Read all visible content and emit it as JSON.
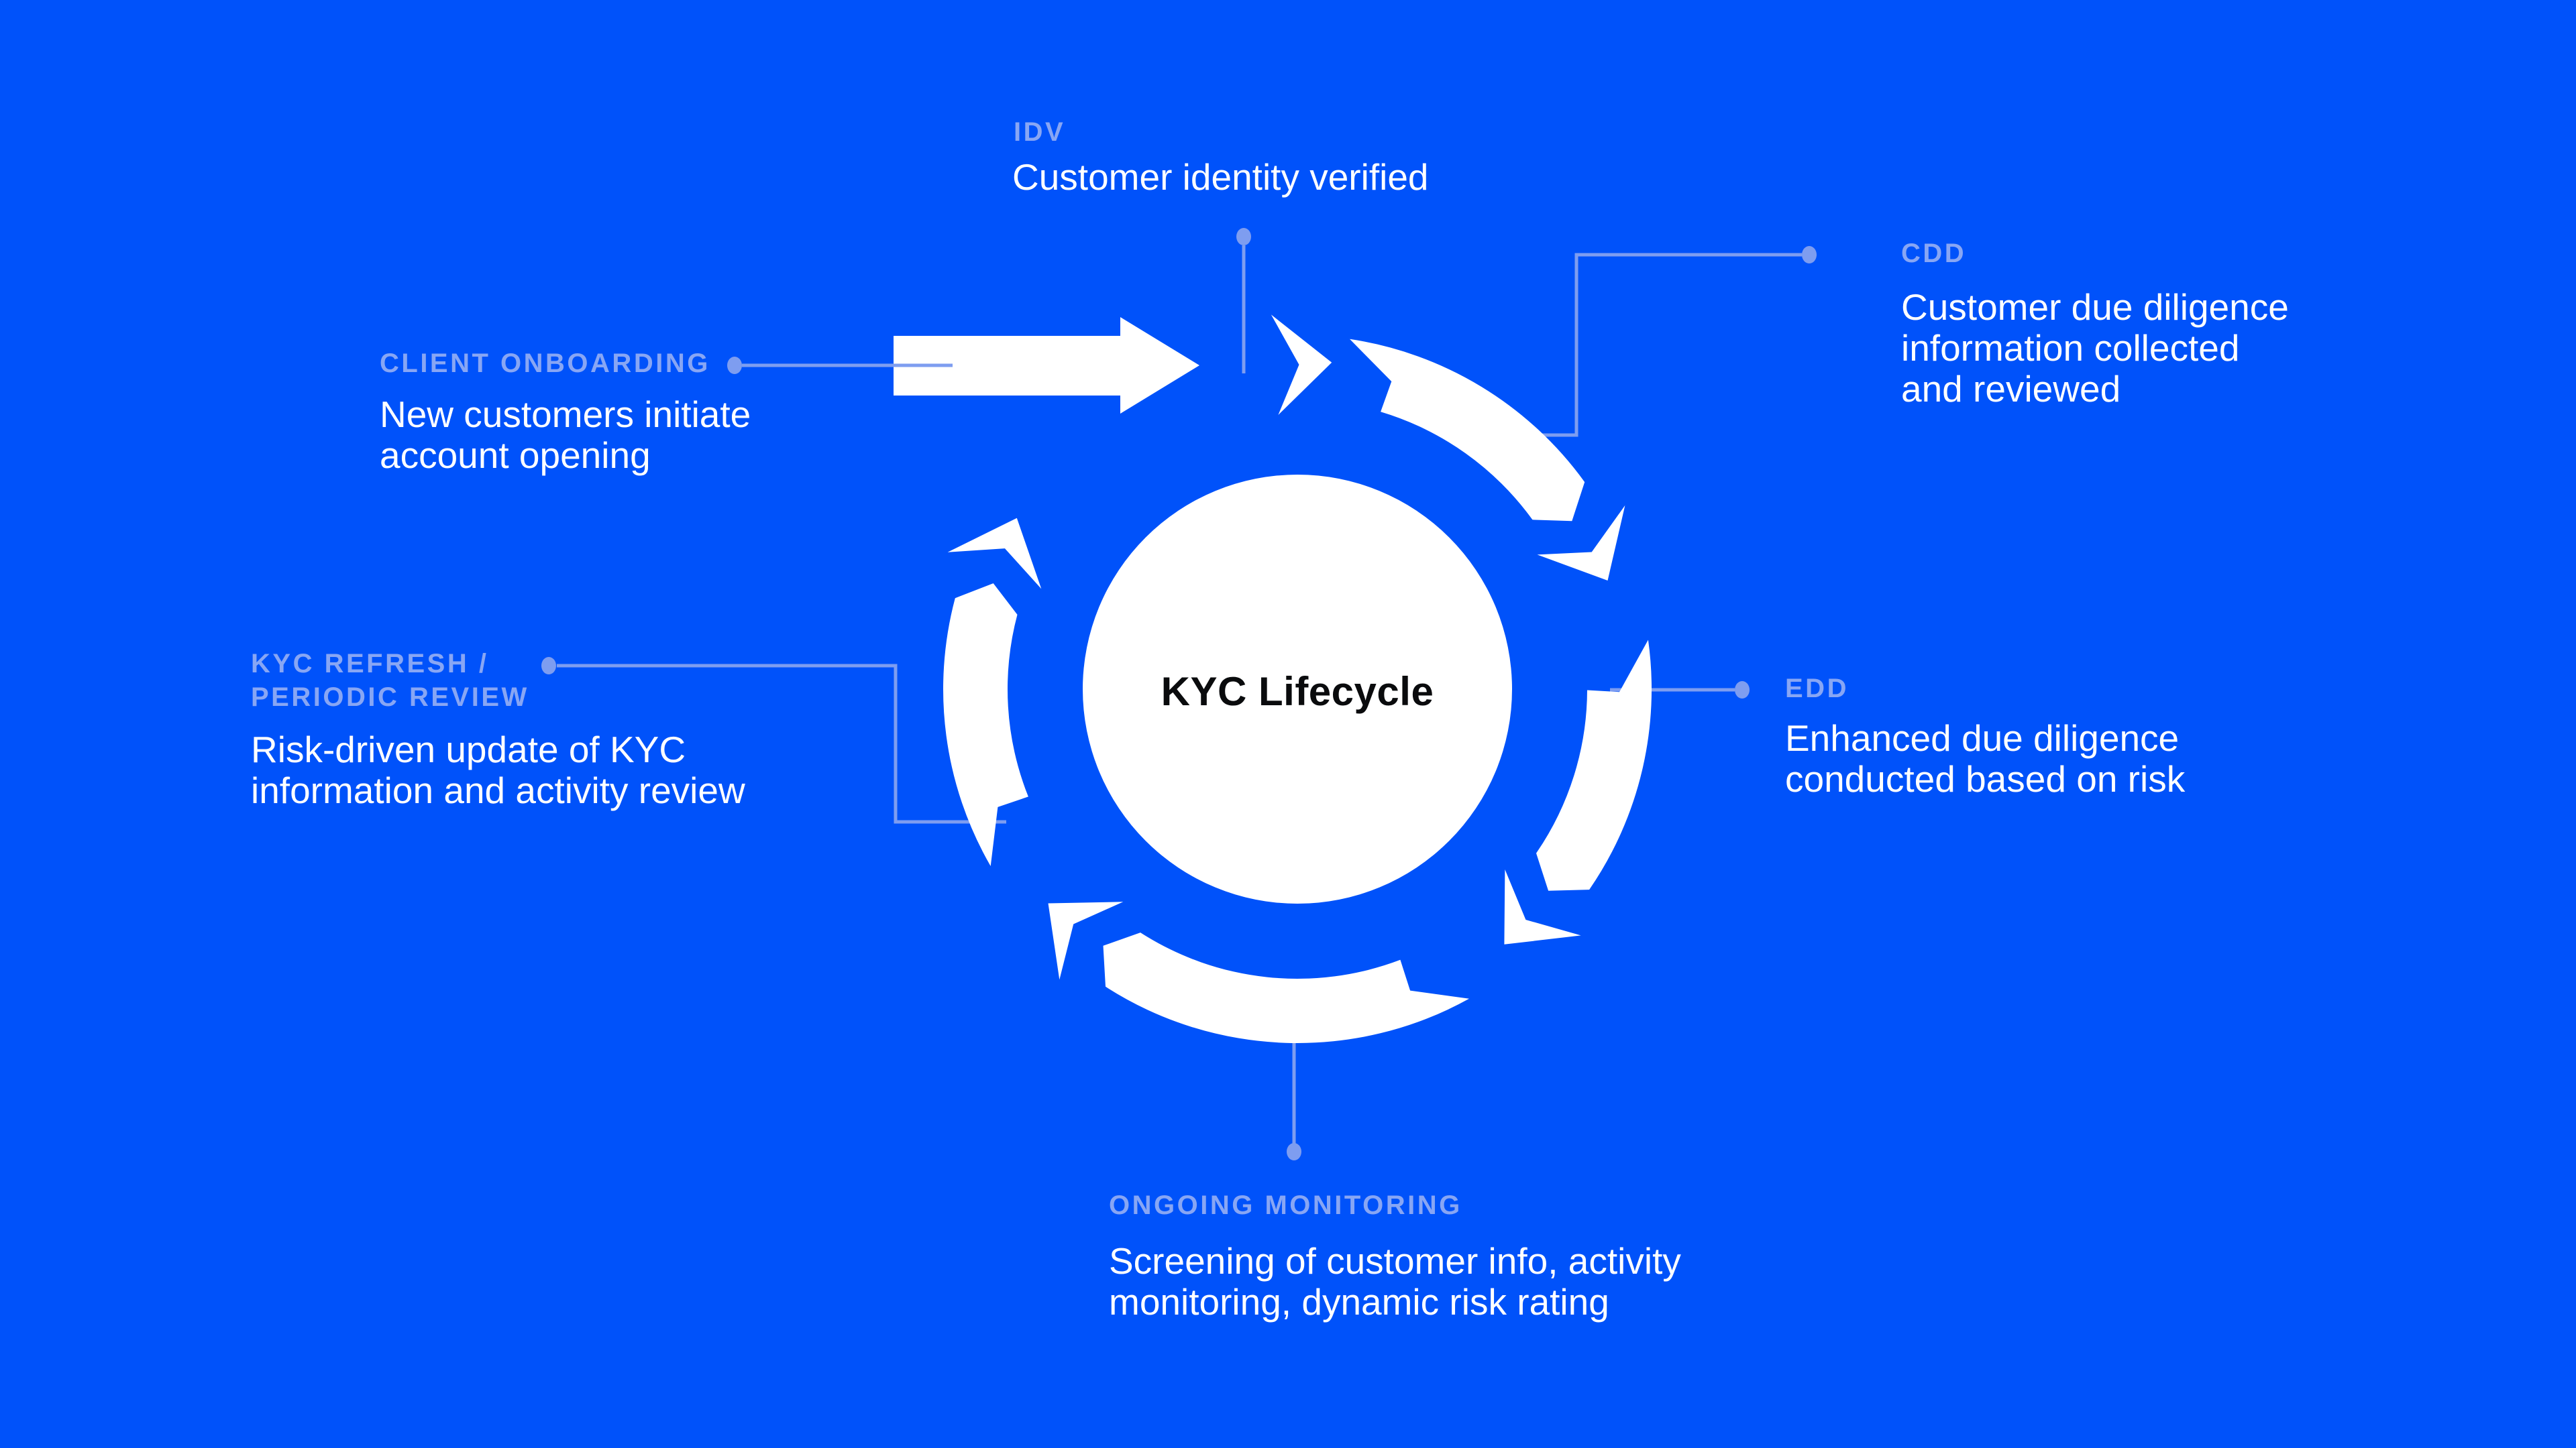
{
  "title": "KYC Lifecycle",
  "colors": {
    "background": "#0052FA",
    "label": "#88A6F4",
    "connector": "#7E9DF0",
    "shape": "#FFFFFF",
    "title_text": "#0A0B0D"
  },
  "steps": [
    {
      "id": "client-onboarding",
      "label_lines": [
        "CLIENT ONBOARDING"
      ],
      "desc_lines": [
        "New customers initiate",
        "account opening"
      ]
    },
    {
      "id": "idv",
      "label_lines": [
        "IDV"
      ],
      "desc_lines": [
        "Customer identity verified"
      ]
    },
    {
      "id": "cdd",
      "label_lines": [
        "CDD"
      ],
      "desc_lines": [
        "Customer due diligence",
        "information collected",
        "and reviewed"
      ]
    },
    {
      "id": "edd",
      "label_lines": [
        "EDD"
      ],
      "desc_lines": [
        "Enhanced due diligence",
        "conducted based on risk"
      ]
    },
    {
      "id": "ongoing-monitoring",
      "label_lines": [
        "ONGOING MONITORING"
      ],
      "desc_lines": [
        "Screening of customer info, activity",
        "monitoring, dynamic risk rating"
      ]
    },
    {
      "id": "kyc-refresh",
      "label_lines": [
        "KYC REFRESH /",
        "PERIODIC REVIEW"
      ],
      "desc_lines": [
        "Risk-driven update of KYC",
        "information and activity review"
      ]
    }
  ]
}
